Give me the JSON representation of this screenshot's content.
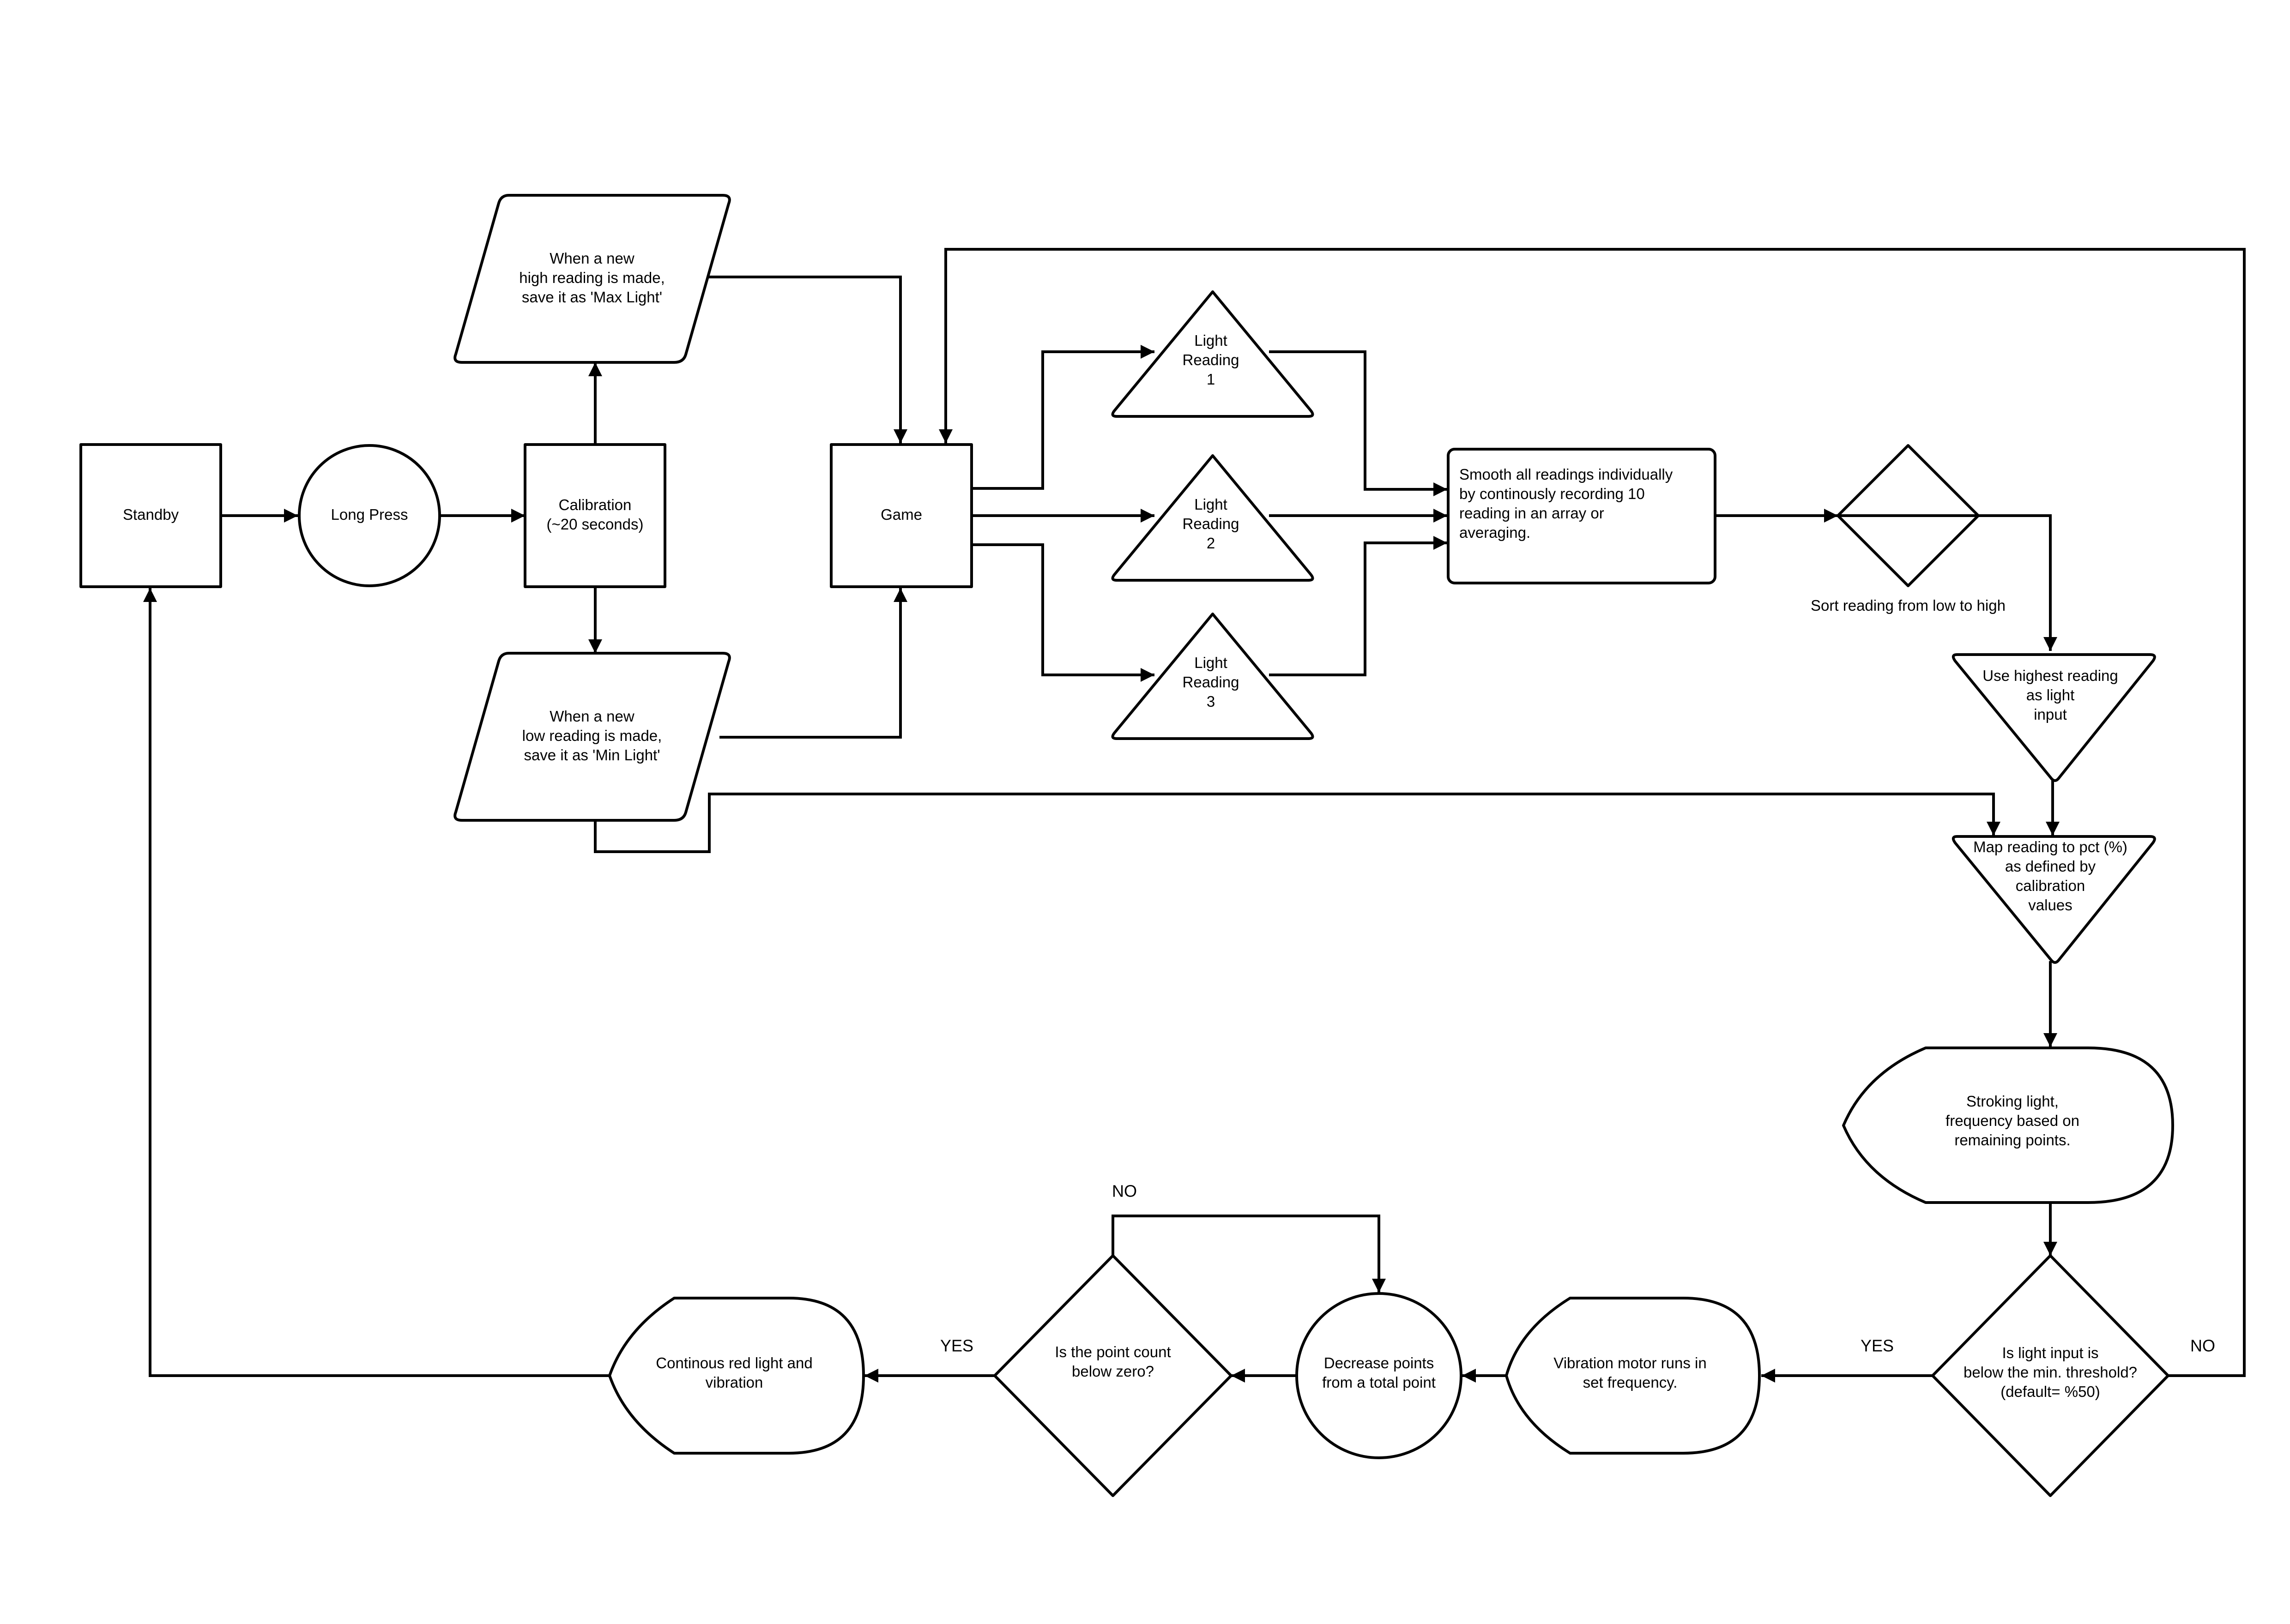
{
  "diagram": {
    "nodes": {
      "standby": {
        "label": [
          "Standby"
        ]
      },
      "long_press": {
        "label": [
          "Long Press"
        ]
      },
      "calibration": {
        "label": [
          "Calibration",
          "(~20 seconds)"
        ]
      },
      "max_light": {
        "label": [
          "When a new",
          "high reading is made,",
          "save it as 'Max Light'"
        ]
      },
      "min_light": {
        "label": [
          "When a new",
          "low reading is made,",
          "save it as 'Min Light'"
        ]
      },
      "game": {
        "label": [
          "Game"
        ]
      },
      "light_reading_1": {
        "label": [
          "Light",
          "Reading",
          "1"
        ]
      },
      "light_reading_2": {
        "label": [
          "Light",
          "Reading",
          "2"
        ]
      },
      "light_reading_3": {
        "label": [
          "Light",
          "Reading",
          "3"
        ]
      },
      "smooth": {
        "label": [
          "Smooth all readings individually",
          "by continously recording 10",
          "reading in an array or",
          "averaging."
        ]
      },
      "sort": {
        "label": [
          "Sort reading from low to high"
        ]
      },
      "use_highest": {
        "label": [
          "Use highest reading",
          "as light",
          "input"
        ]
      },
      "map_reading": {
        "label": [
          "Map reading to pct (%)",
          "as defined by",
          "calibration",
          "values"
        ]
      },
      "stroking": {
        "label": [
          "Stroking light,",
          "frequency based on",
          "remaining points."
        ]
      },
      "threshold": {
        "label": [
          "Is light input is",
          "below the min. threshold?",
          "(default= %50)"
        ]
      },
      "vibration": {
        "label": [
          "Vibration motor runs in",
          "set frequency."
        ]
      },
      "decrease": {
        "label": [
          "Decrease points",
          "from a total point"
        ]
      },
      "point_count": {
        "label": [
          "Is the point count",
          "below zero?"
        ]
      },
      "continous": {
        "label": [
          "Continous red light and",
          "vibration"
        ]
      }
    },
    "edge_labels": {
      "threshold_yes": "YES",
      "threshold_no": "NO",
      "points_yes": "YES",
      "points_no": "NO"
    }
  }
}
